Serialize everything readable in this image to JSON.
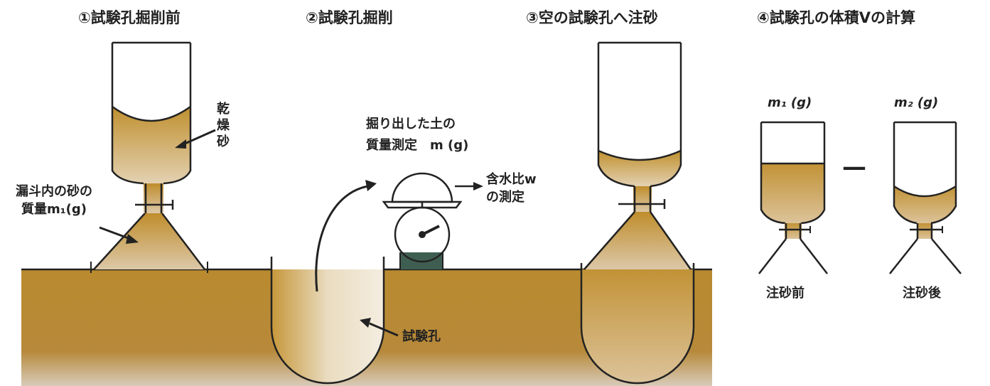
{
  "steps": {
    "s1_title": "①試験孔掘削前",
    "s2_title": "②試験孔掘削",
    "s3_title": "③空の試験孔へ注砂",
    "s4_title": "④試験孔の体積Vの計算"
  },
  "labels": {
    "dry_sand_1": "乾",
    "dry_sand_2": "燥",
    "dry_sand_3": "砂",
    "funnel_sand_1": "漏斗内の砂の",
    "funnel_sand_2": "質量m₁(g)",
    "dug_soil_1": "掘り出した土の",
    "dug_soil_2": "質量測定　m (g)",
    "water_1": "含水比w",
    "water_2": "の測定",
    "test_hole": "試験孔",
    "m1": "m₁ (g)",
    "m2": "m₂ (g)",
    "minus": "—",
    "before_pour": "注砂前",
    "after_pour": "注砂後"
  },
  "colors": {
    "ground": "#b9892e",
    "sand": "#c89a3c",
    "sand_light": "#e6d3a8",
    "outline": "#222222",
    "scale_base": "#3f5e52"
  }
}
